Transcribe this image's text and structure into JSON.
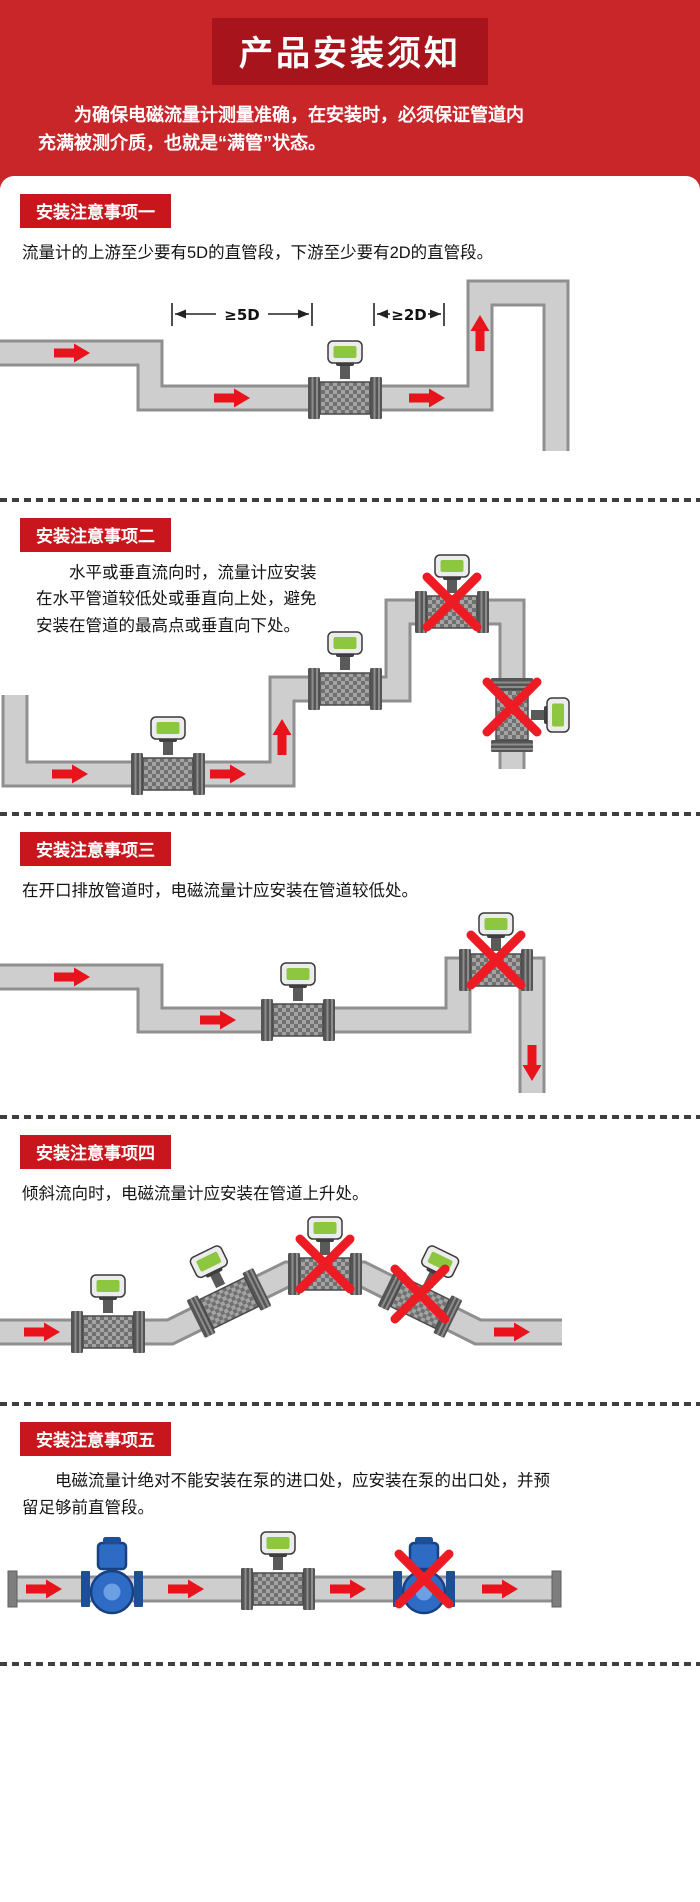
{
  "header": {
    "title": "产品安装须知",
    "intro": "为确保电磁流量计测量准确，在安装时，必须保证管道内\n充满被测介质，也就是“满管”状态。"
  },
  "sections": [
    {
      "badge": "安装注意事项一",
      "text": "流量计的上游至少要有5D的直管段，下游至少要有2D的直管段。",
      "dim_upstream": "≥5D",
      "dim_downstream": "≥2D"
    },
    {
      "badge": "安装注意事项二",
      "text": "水平或垂直流向时，流量计应安装\n在水平管道较低处或垂直向上处，避免\n安装在管道的最高点或垂直向下处。"
    },
    {
      "badge": "安装注意事项三",
      "text": "在开口排放管道时，电磁流量计应安装在管道较低处。"
    },
    {
      "badge": "安装注意事项四",
      "text": "倾斜流向时，电磁流量计应安装在管道上升处。"
    },
    {
      "badge": "安装注意事项五",
      "text": "电磁流量计绝对不能安装在泵的进口处，应安装在泵的出口处，并预\n留足够前直管段。"
    }
  ],
  "colors": {
    "header_red": "#c9262a",
    "title_box_red": "#a8141b",
    "badge_red": "#c9161c",
    "arrow_red": "#e8131b",
    "cross_red": "#ed1c24",
    "pipe_gray": "#cecece",
    "pump_blue": "#2e6bc4",
    "meter_screen_green": "#8dc63f"
  }
}
